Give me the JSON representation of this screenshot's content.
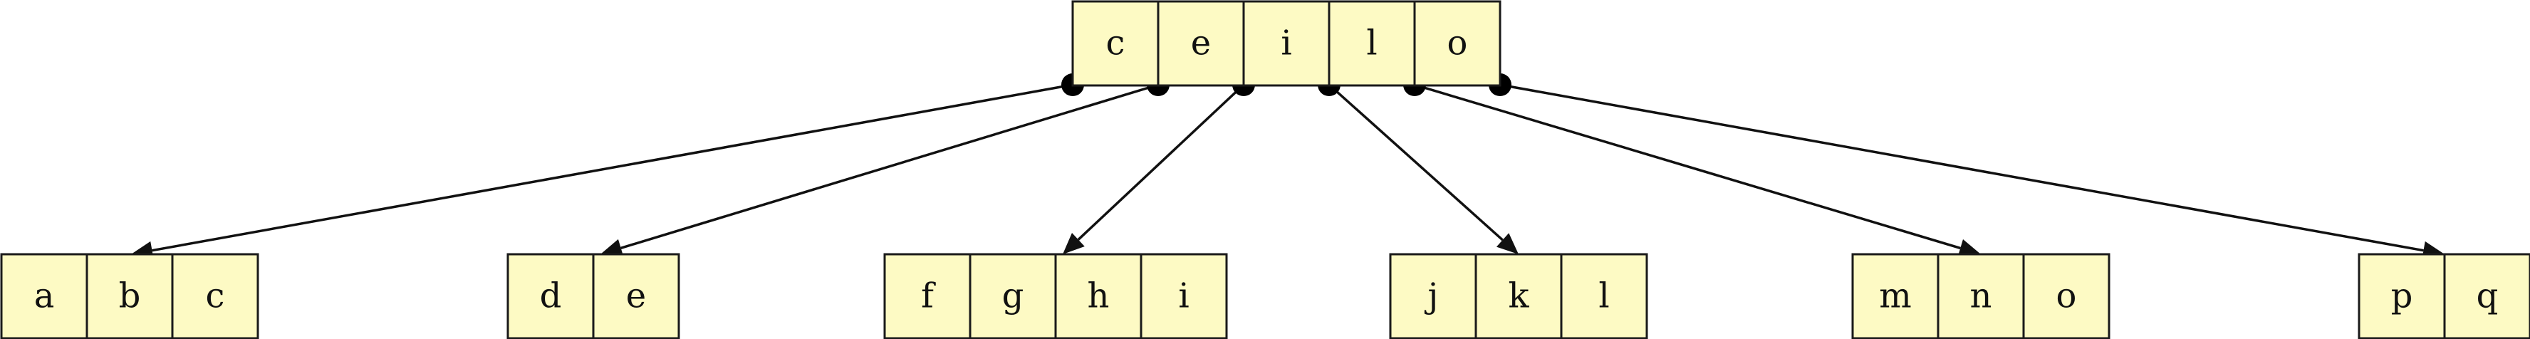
{
  "root": {
    "keys": [
      "c",
      "e",
      "i",
      "l",
      "o"
    ]
  },
  "leaves": [
    {
      "keys": [
        "a",
        "b",
        "c"
      ]
    },
    {
      "keys": [
        "d",
        "e"
      ]
    },
    {
      "keys": [
        "f",
        "g",
        "h",
        "i"
      ]
    },
    {
      "keys": [
        "j",
        "k",
        "l"
      ]
    },
    {
      "keys": [
        "m",
        "n",
        "o"
      ]
    },
    {
      "keys": [
        "p",
        "q"
      ]
    }
  ],
  "colors": {
    "cell_fill": "#fdfac4",
    "stroke": "#1a1a1a",
    "edge": "#111111"
  }
}
